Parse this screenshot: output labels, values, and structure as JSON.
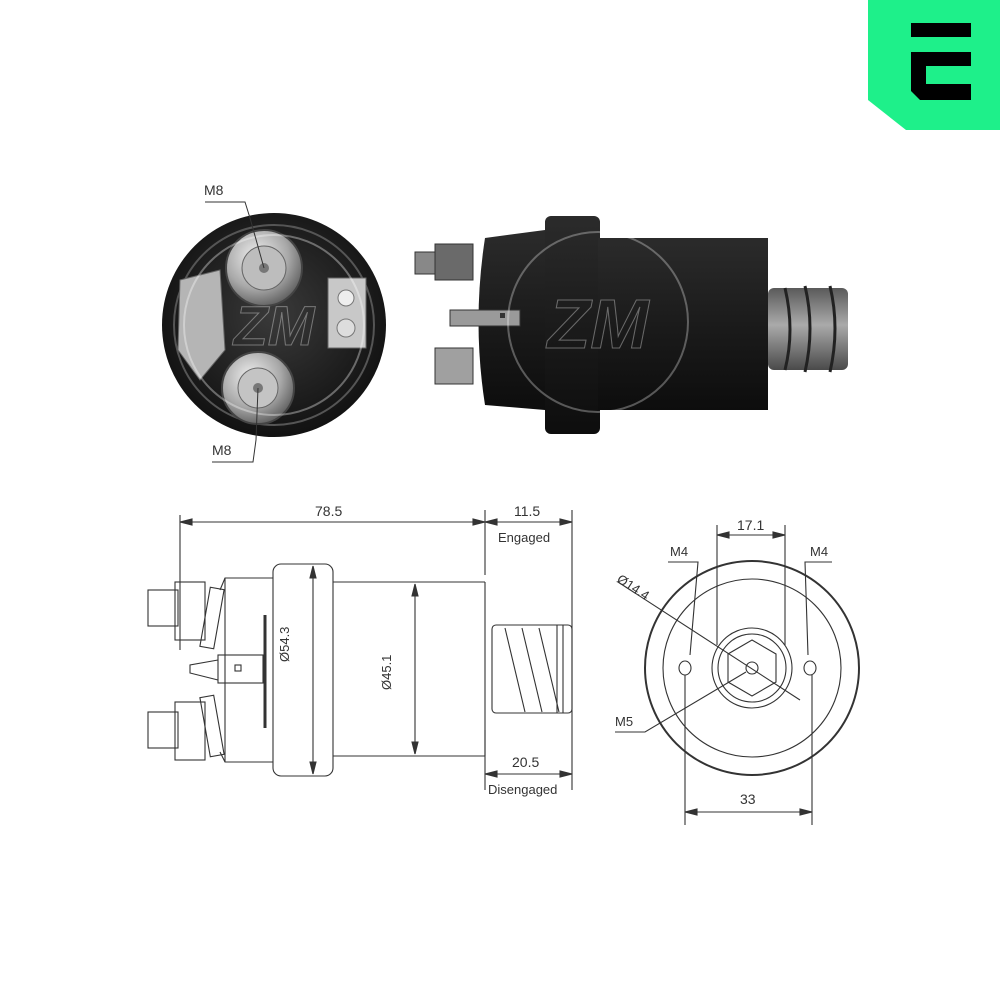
{
  "brand": {
    "logo_letter": "E",
    "logo_color": "#1EF08A",
    "logo_glyph_color": "#000000"
  },
  "watermark": {
    "text": "ZM"
  },
  "photos": {
    "end_view": {
      "top_terminal_label": "M8",
      "bottom_terminal_label": "M8"
    },
    "side_view": {}
  },
  "side_drawing": {
    "overall_length": "78.5",
    "engaged_stroke": "11.5",
    "engaged_label": "Engaged",
    "disengaged_stroke": "20.5",
    "disengaged_label": "Disengaged",
    "flange_diameter": "Ø54.3",
    "body_diameter": "Ø45.1"
  },
  "end_drawing": {
    "center_spacing": "17.1",
    "left_thread": "M4",
    "right_thread": "M4",
    "bore_diameter": "Ø14.4",
    "center_thread": "M5",
    "hole_spacing": "33"
  },
  "colors": {
    "line": "#333333",
    "photo_dark": "#1a1a1a",
    "photo_metal": "#9a9a9a",
    "background": "#ffffff"
  }
}
